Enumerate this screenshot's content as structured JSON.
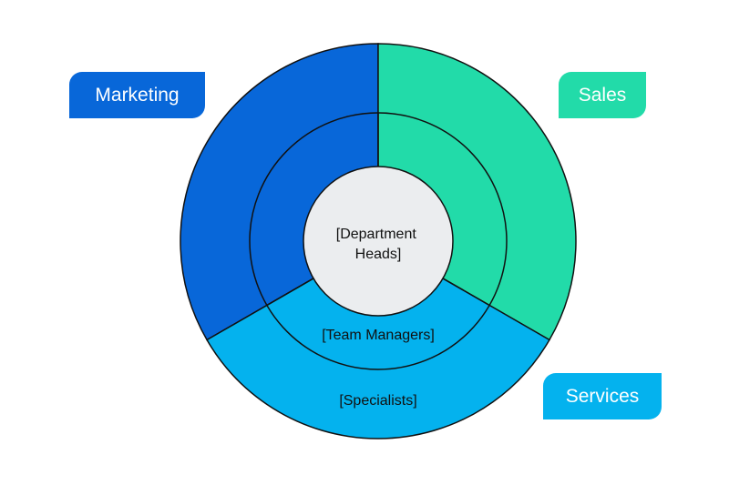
{
  "colors": {
    "marketing": "#0867d9",
    "sales": "#22dba9",
    "services": "#04b2ee",
    "center": "#ebedef",
    "outline": "#111111",
    "tag_text": "#ffffff"
  },
  "departments": [
    {
      "id": "marketing",
      "label": "Marketing"
    },
    {
      "id": "sales",
      "label": "Sales"
    },
    {
      "id": "services",
      "label": "Services"
    }
  ],
  "rings": {
    "center_lines": [
      "[Department",
      "Heads]"
    ],
    "middle": "[Team Managers]",
    "outer": "[Specialists]"
  }
}
